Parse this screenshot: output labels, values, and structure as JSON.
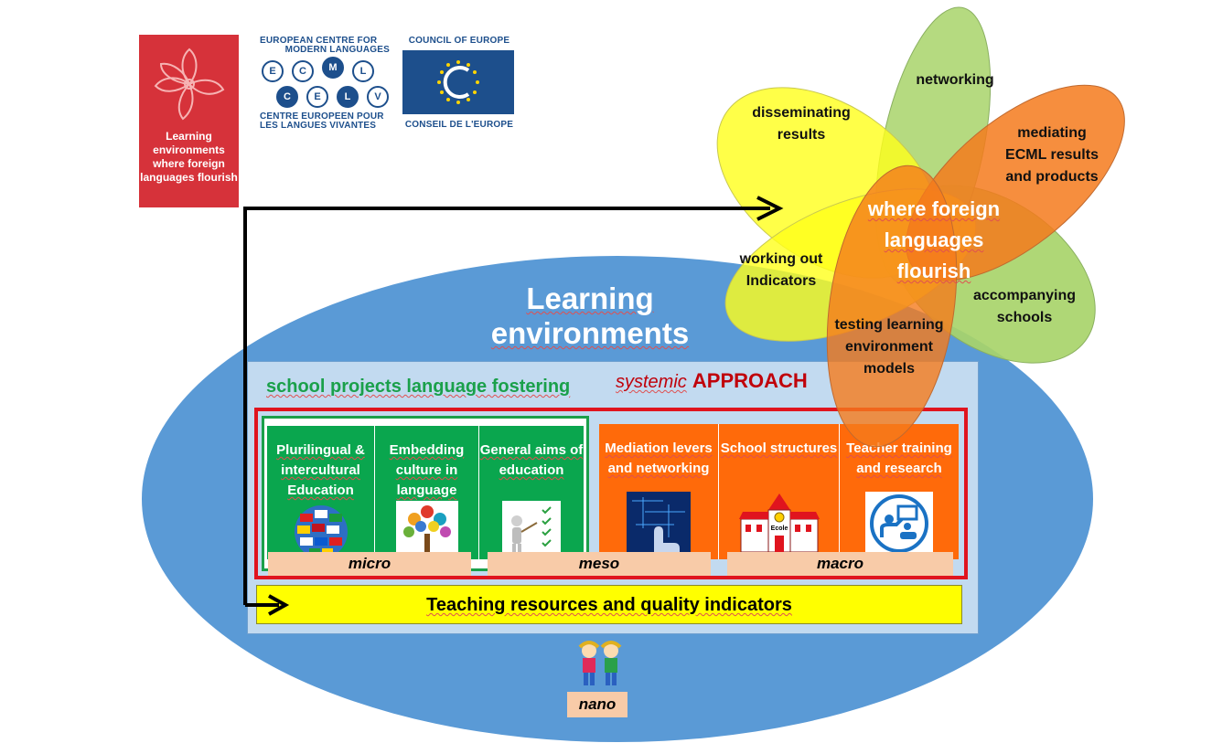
{
  "logos": {
    "lef": {
      "text": "Learning environments where foreign languages flourish"
    },
    "ecml": {
      "line1": "EUROPEAN CENTRE FOR",
      "line2": "MODERN LANGUAGES",
      "line3": "CENTRE EUROPEEN POUR",
      "line4": "LES LANGUES VIVANTES",
      "letters_top": [
        "E",
        "C",
        "M",
        "L"
      ],
      "letters_bottom": [
        "C",
        "E",
        "L",
        "V"
      ]
    },
    "coe": {
      "top": "COUNCIL OF EUROPE",
      "bottom": "CONSEIL DE L'EUROPE"
    }
  },
  "flower": {
    "center": "where foreign languages flourish",
    "petals": {
      "disseminating": "disseminating results",
      "networking": "networking",
      "mediating": "mediating ECML results and products",
      "working": "working out Indicators",
      "accompanying": "accompanying schools",
      "testing": "testing learning environment models"
    },
    "colors": {
      "yellow": "#ffff1a",
      "green": "#a8d46a",
      "orange": "#f57a1c"
    }
  },
  "diagram": {
    "title": "Learning environments",
    "school_projects": "school projects language fostering",
    "systemic_italic": "systemic",
    "systemic_bold": "APPROACH",
    "cards": [
      {
        "label": "Plurilingual & intercultural Education",
        "icon": "globe-flags-icon"
      },
      {
        "label": "Embedding culture in language",
        "icon": "tree-icon"
      },
      {
        "label": "General aims of education",
        "icon": "checklist-icon"
      },
      {
        "label": "Mediation levers and networking",
        "icon": "touchscreen-icon"
      },
      {
        "label": "School structures",
        "icon": "school-building-icon"
      },
      {
        "label": "Teacher training and research",
        "icon": "teacher-icon"
      }
    ],
    "levels": {
      "micro": "micro",
      "meso": "meso",
      "macro": "macro",
      "nano": "nano"
    },
    "teaching": "Teaching resources and quality indicators",
    "colors": {
      "green": "#0aa64e",
      "orange": "#ff6a0a",
      "blue": "#5a9ad6",
      "red": "#e0141e"
    }
  }
}
